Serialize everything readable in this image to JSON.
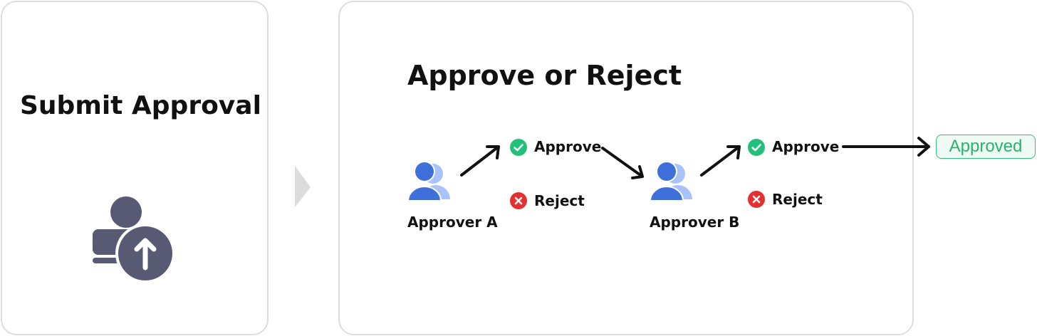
{
  "submit_card": {
    "title": "Submit Approval"
  },
  "approve_card": {
    "title": "Approve or Reject"
  },
  "approver_a": {
    "name": "Approver A",
    "approve": "Approve",
    "reject": "Reject"
  },
  "approver_b": {
    "name": "Approver B",
    "approve": "Approve",
    "reject": "Reject"
  },
  "result": {
    "label": "Approved"
  },
  "colors": {
    "approve": "#22c07a",
    "reject": "#e53030",
    "user": "#3f6fd8",
    "icon": "#575a72"
  }
}
